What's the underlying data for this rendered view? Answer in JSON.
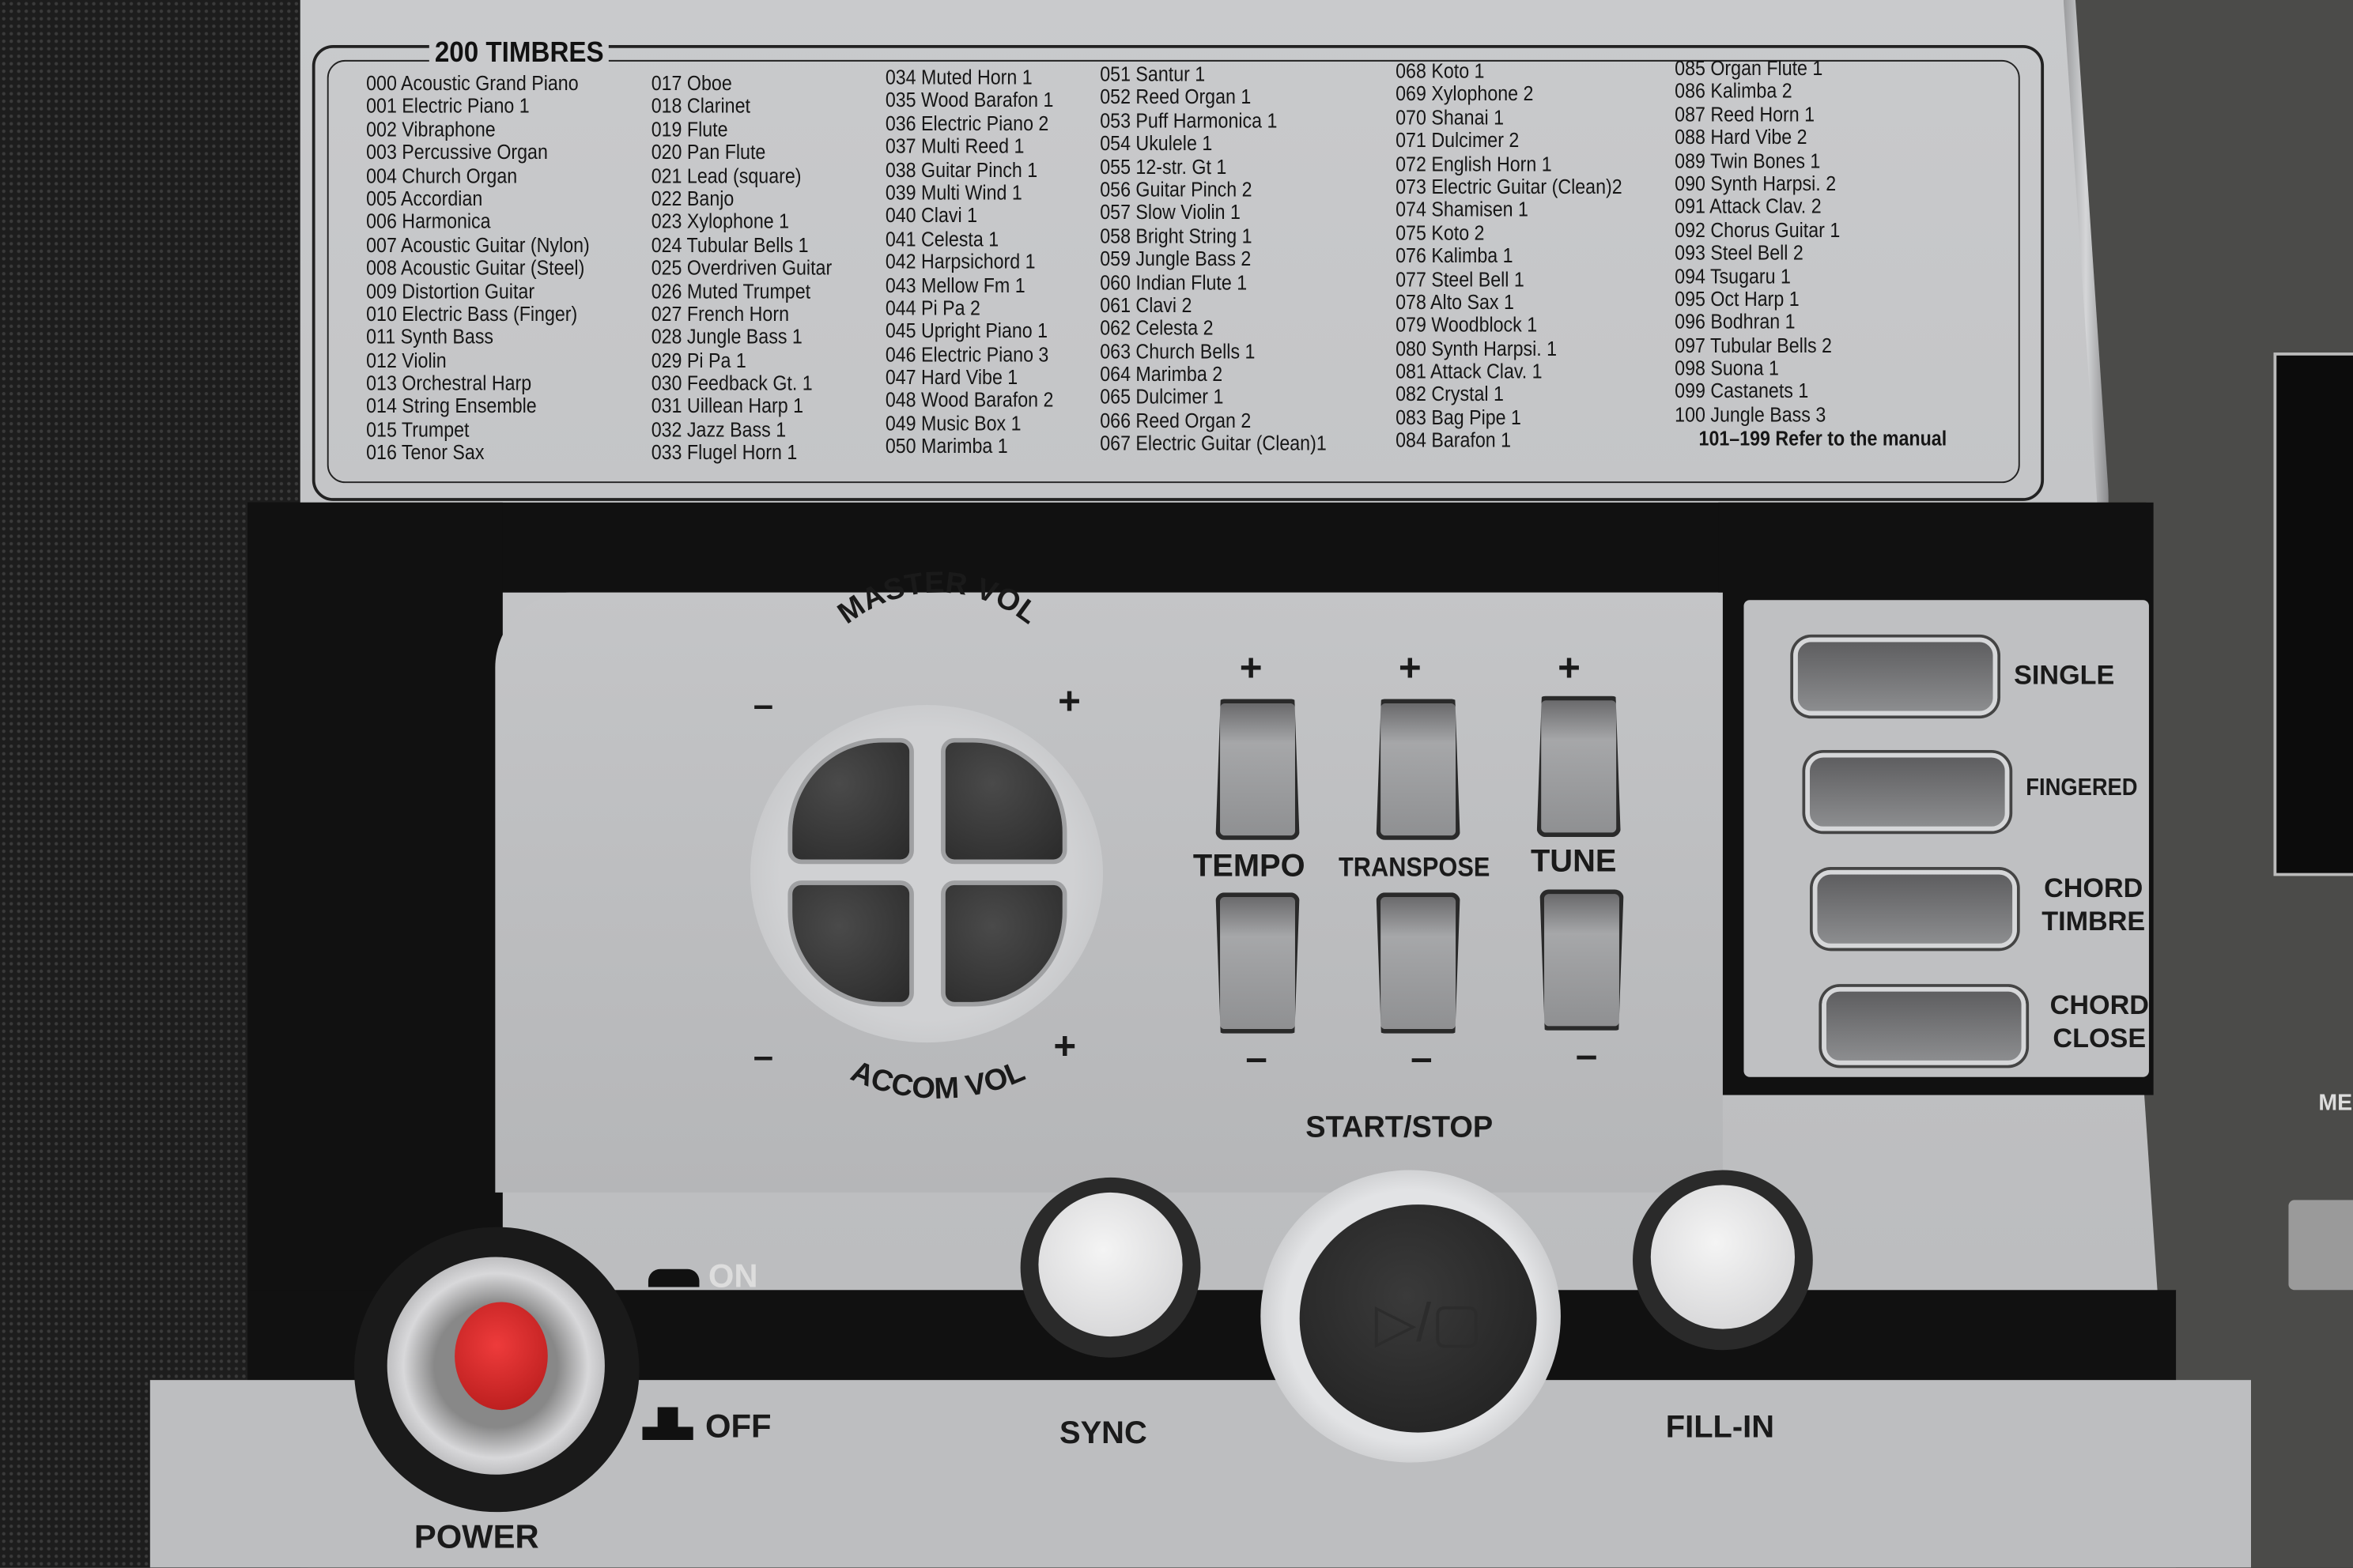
{
  "timbres": {
    "title": "200 TIMBRES",
    "columns": [
      [
        "000 Acoustic Grand Piano",
        "001 Electric Piano 1",
        "002 Vibraphone",
        "003 Percussive Organ",
        "004 Church Organ",
        "005 Accordian",
        "006 Harmonica",
        "007 Acoustic Guitar (Nylon)",
        "008 Acoustic Guitar (Steel)",
        "009 Distortion Guitar",
        "010 Electric Bass (Finger)",
        "011 Synth Bass",
        "012 Violin",
        "013 Orchestral Harp",
        "014 String Ensemble",
        "015 Trumpet",
        "016 Tenor Sax"
      ],
      [
        "017 Oboe",
        "018 Clarinet",
        "019 Flute",
        "020 Pan Flute",
        "021 Lead (square)",
        "022 Banjo",
        "023 Xylophone 1",
        "024 Tubular Bells 1",
        "025 Overdriven Guitar",
        "026 Muted Trumpet",
        "027 French Horn",
        "028 Jungle Bass 1",
        "029 Pi Pa 1",
        "030 Feedback Gt. 1",
        "031 Uillean Harp 1",
        "032 Jazz Bass 1",
        "033 Flugel Horn 1"
      ],
      [
        "034 Muted Horn 1",
        "035 Wood Barafon 1",
        "036 Electric Piano 2",
        "037 Multi Reed 1",
        "038 Guitar Pinch 1",
        "039 Multi Wind 1",
        "040 Clavi 1",
        "041 Celesta 1",
        "042 Harpsichord 1",
        "043 Mellow Fm 1",
        "044 Pi Pa 2",
        "045 Upright Piano 1",
        "046 Electric Piano 3",
        "047 Hard Vibe 1",
        "048 Wood Barafon 2",
        "049 Music Box 1",
        "050 Marimba  1"
      ],
      [
        "051 Santur 1",
        "052 Reed Organ 1",
        "053 Puff Harmonica 1",
        "054 Ukulele 1",
        "055 12-str. Gt 1",
        "056 Guitar Pinch 2",
        "057 Slow Violin 1",
        "058 Bright String 1",
        "059 Jungle Bass 2",
        "060 Indian Flute 1",
        "061 Clavi 2",
        "062 Celesta 2",
        "063 Church Bells 1",
        "064 Marimba 2",
        "065 Dulcimer 1",
        "066 Reed Organ 2",
        "067 Electric Guitar (Clean)1"
      ],
      [
        "068 Koto 1",
        "069 Xylophone 2",
        "070 Shanai 1",
        "071 Dulcimer 2",
        "072 English Horn 1",
        "073 Electric Guitar (Clean)2",
        "074 Shamisen 1",
        "075 Koto 2",
        "076 Kalimba 1",
        "077 Steel Bell 1",
        "078 Alto Sax 1",
        "079 Woodblock 1",
        "080 Synth Harpsi. 1",
        "081 Attack Clav. 1",
        "082 Crystal 1",
        "083 Bag Pipe 1",
        "084 Barafon 1"
      ],
      [
        "085 Organ Flute 1",
        "086 Kalimba 2",
        "087 Reed Horn 1",
        "088 Hard Vibe 2",
        "089 Twin Bones 1",
        "090 Synth Harpsi. 2",
        "091 Attack Clav. 2",
        "092 Chorus Guitar 1",
        "093 Steel Bell 2",
        "094 Tsugaru 1",
        "095 Oct Harp 1",
        "096 Bodhran 1",
        "097 Tubular Bells 2",
        "098 Suona 1",
        "099 Castanets 1",
        "100  Jungle Bass 3"
      ]
    ],
    "footer": "101–199 Refer to the manual"
  },
  "volume": {
    "master": "MASTER VOL",
    "accom": "ACCOM VOL",
    "minus": "–",
    "plus": "+"
  },
  "adjust": [
    {
      "label": "TEMPO",
      "plus": "+",
      "minus": "–"
    },
    {
      "label": "TRANSPOSE",
      "plus": "+",
      "minus": "–"
    },
    {
      "label": "TUNE",
      "plus": "+",
      "minus": "–"
    }
  ],
  "modes": [
    "SINGLE",
    "FINGERED",
    "CHORD TIMBRE",
    "CHORD CLOSE"
  ],
  "transport": {
    "start_stop": "START/STOP",
    "sync": "SYNC",
    "fill_in": "FILL-IN"
  },
  "power": {
    "label": "POWER",
    "on": "ON",
    "off": "OFF"
  },
  "right_partial": "ME",
  "colors": {
    "power_led": "#d42a2a",
    "panel": "#c4c5c7",
    "band": "#111111",
    "body": "#4b4b49"
  }
}
